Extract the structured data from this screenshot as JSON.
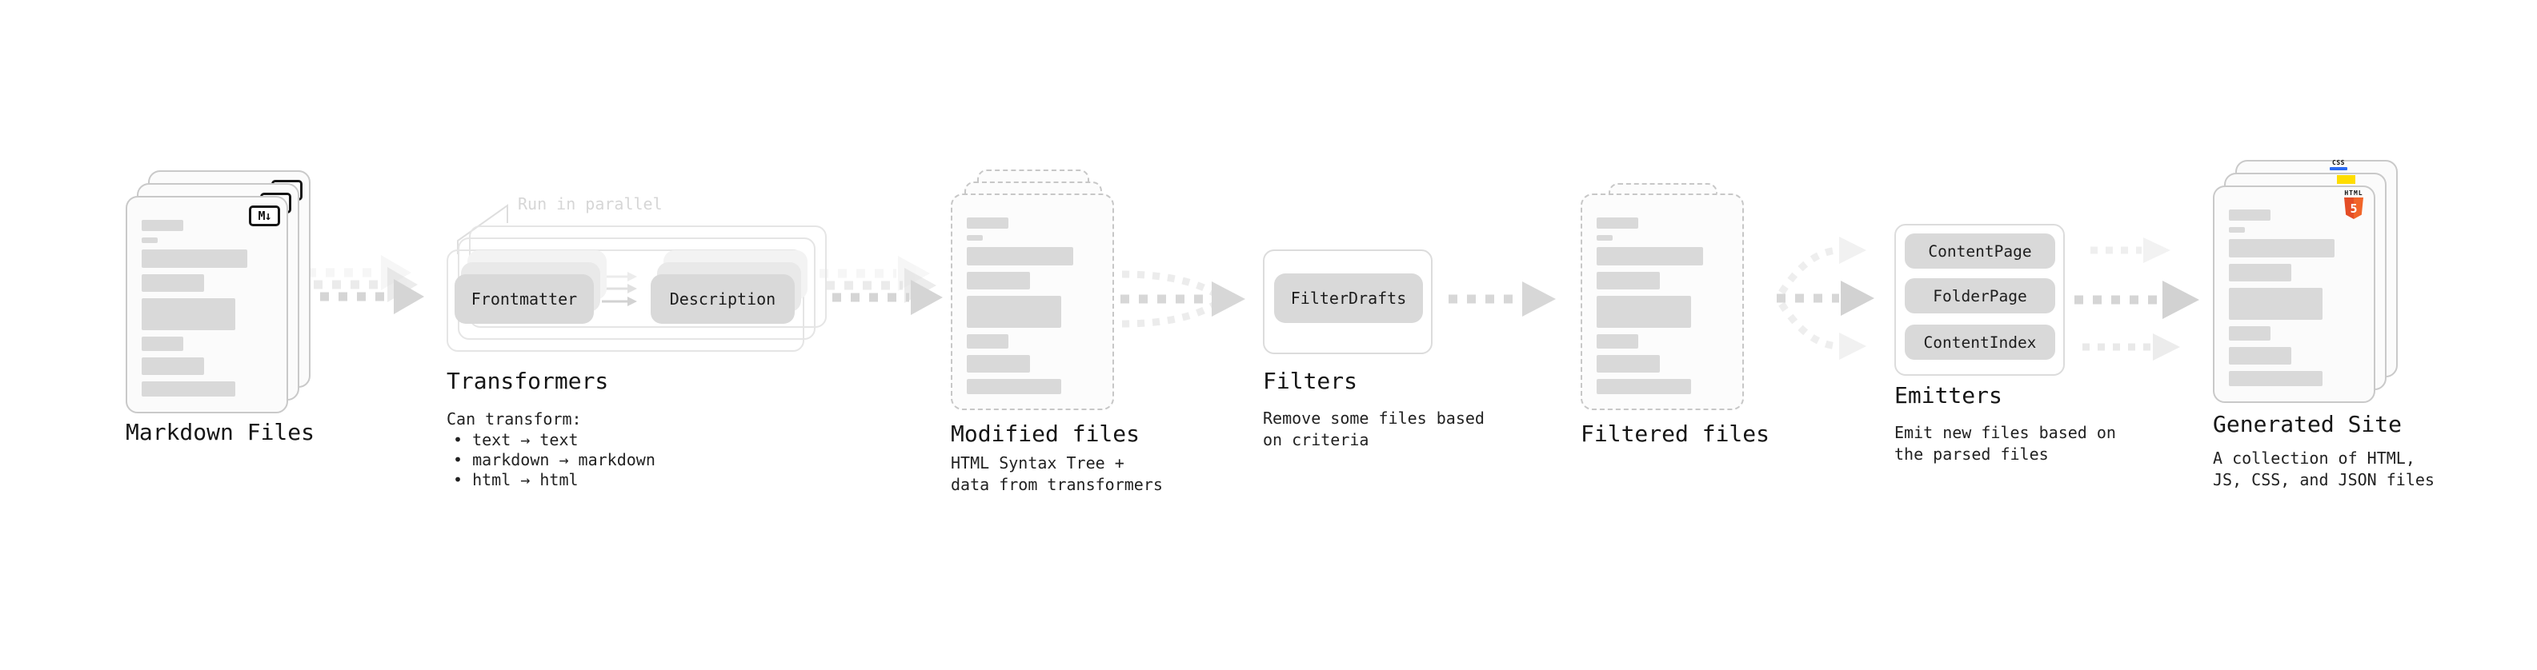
{
  "stages": {
    "markdown": {
      "label": "Markdown Files",
      "badge": "M↓"
    },
    "transformers": {
      "label": "Transformers",
      "annotation": "Run in parallel",
      "pills": [
        "Frontmatter",
        "Description"
      ],
      "desc_title": "Can transform:",
      "bullets": [
        "• text → text",
        "• markdown → markdown",
        "• html → html"
      ]
    },
    "modified": {
      "label": "Modified files",
      "desc": "HTML Syntax Tree +\ndata from transformers"
    },
    "filters": {
      "label": "Filters",
      "pill": "FilterDrafts",
      "desc": "Remove some files based\non criteria"
    },
    "filtered": {
      "label": "Filtered files"
    },
    "emitters": {
      "label": "Emitters",
      "pills": [
        "ContentPage",
        "FolderPage",
        "ContentIndex"
      ],
      "desc": "Emit new files based on\nthe parsed files"
    },
    "generated": {
      "label": "Generated Site",
      "desc": "A collection of HTML,\nJS, CSS, and JSON files",
      "badges": {
        "html_word": "HTML",
        "html_five": "5",
        "css_word": "CSS"
      }
    }
  },
  "colors": {
    "pill": "#d9d9d9",
    "bar": "#d9d9d9",
    "doc-border": "#c9c9c9",
    "arrow": "#d5d5d5",
    "html5-orange": "#e44d26",
    "html5-orange-light": "#f16529",
    "js-yellow": "#ffdd00",
    "css-blue": "#2b6bf3"
  }
}
